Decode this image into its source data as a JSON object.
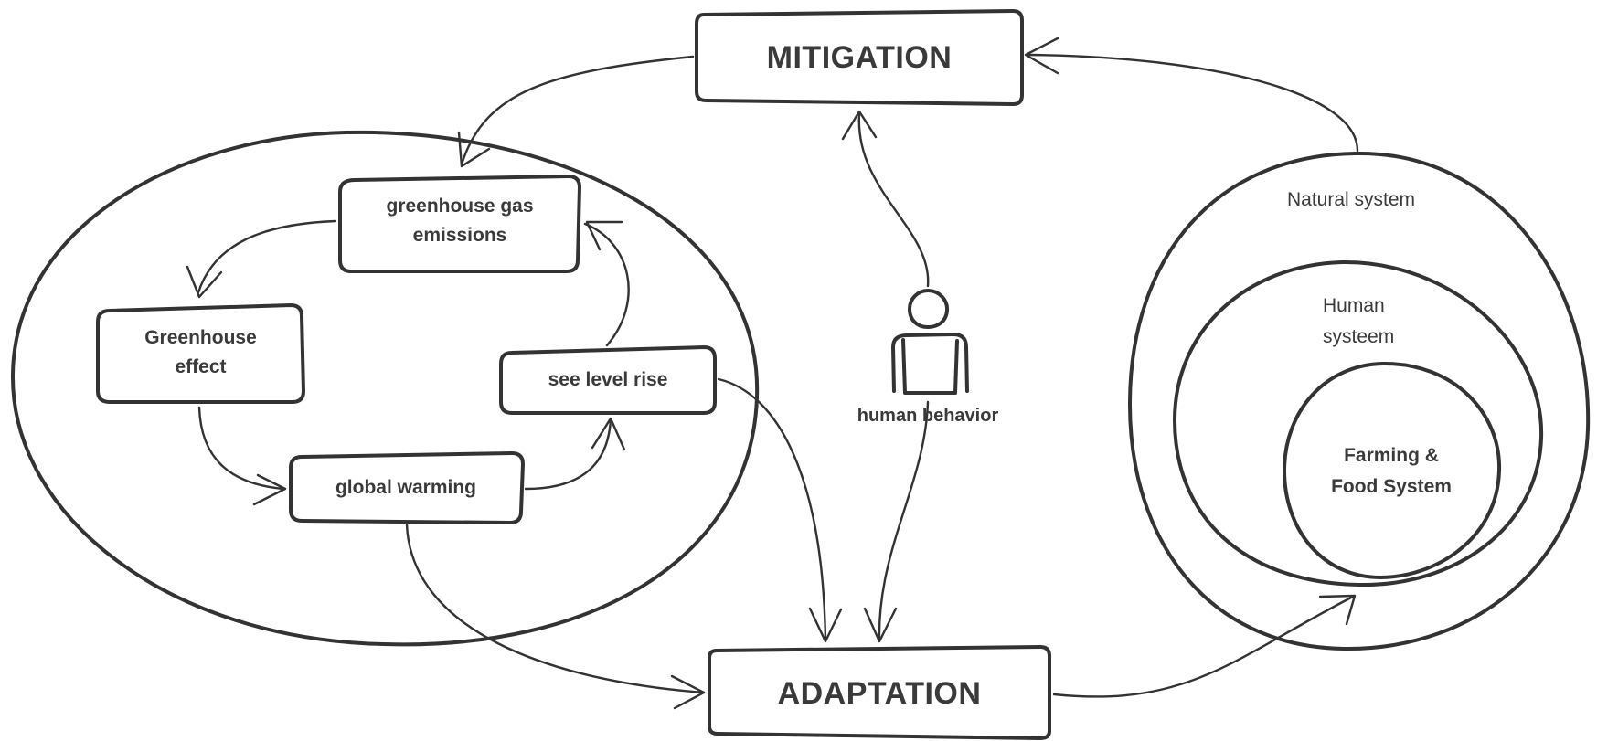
{
  "nodes": {
    "mitigation": "MITIGATION",
    "adaptation": "ADAPTATION",
    "greenhouse_gas": "greenhouse gas\nemissions",
    "greenhouse_effect": "Greenhouse\neffect",
    "global_warming": "global warming",
    "sea_level": "see level rise",
    "human_behavior": "human behavior",
    "natural_system": "Natural system",
    "human_system": "Human\nsysteem",
    "farming": "Farming &\nFood System"
  },
  "colors": {
    "stroke": "#333333",
    "text": "#3a3a3a",
    "background": "#ffffff"
  },
  "icons": {
    "person": "person-icon"
  }
}
